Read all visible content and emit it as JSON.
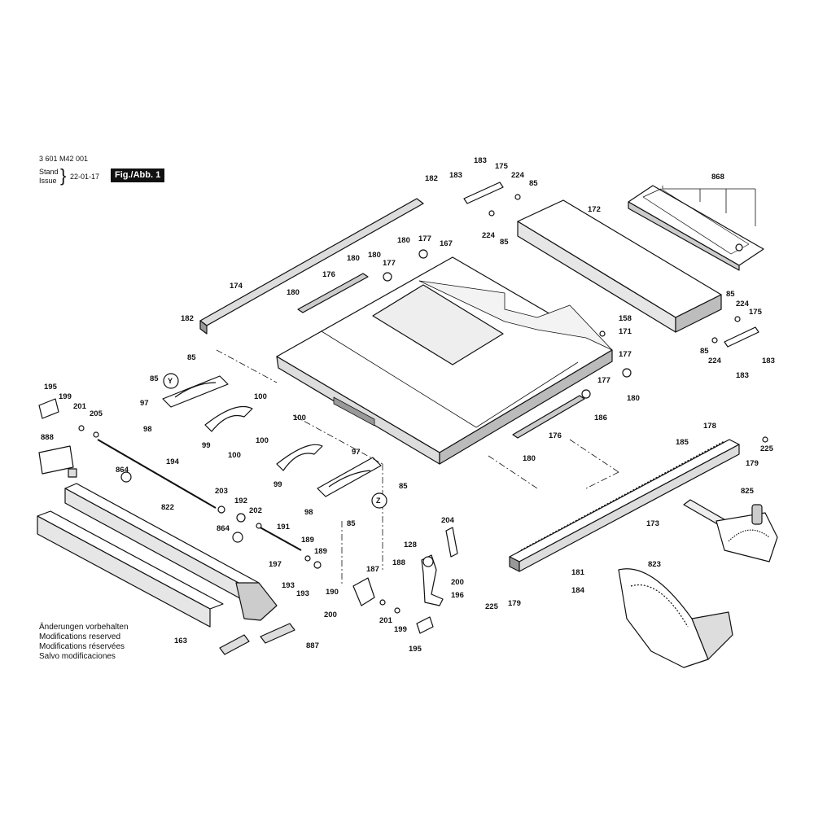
{
  "header": {
    "doc_number": "3 601 M42 001",
    "stand_label": "Stand",
    "issue_label": "Issue",
    "date": "22-01-17",
    "figure": "Fig./Abb. 1"
  },
  "notes": [
    "Änderungen vorbehalten",
    "Modifications reserved",
    "Modifications réservées",
    "Salvo modificaciones"
  ],
  "callouts": [
    "Y",
    "Z"
  ],
  "labels": [
    "183",
    "175",
    "224",
    "85",
    "182",
    "183",
    "868",
    "172",
    "224",
    "85",
    "180",
    "177",
    "167",
    "180",
    "180",
    "177",
    "174",
    "176",
    "180",
    "85",
    "224",
    "175",
    "182",
    "158",
    "171",
    "85",
    "224",
    "183",
    "183",
    "177",
    "85",
    "177",
    "195",
    "199",
    "85",
    "97",
    "100",
    "201",
    "205",
    "180",
    "186",
    "98",
    "99",
    "100",
    "100",
    "176",
    "180",
    "888",
    "100",
    "178",
    "225",
    "97",
    "185",
    "179",
    "864",
    "194",
    "99",
    "203",
    "85",
    "825",
    "192",
    "98",
    "85",
    "822",
    "202",
    "173",
    "191",
    "204",
    "864",
    "189",
    "128",
    "197",
    "189",
    "187",
    "188",
    "181",
    "823",
    "193",
    "200",
    "190",
    "193",
    "196",
    "225",
    "179",
    "184",
    "200",
    "201",
    "199",
    "195",
    "163",
    "887"
  ]
}
